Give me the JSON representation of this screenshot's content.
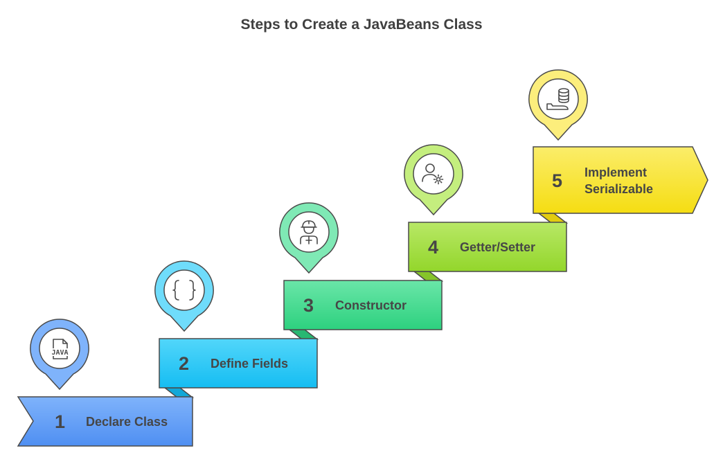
{
  "title": "Steps to Create a JavaBeans Class",
  "steps": [
    {
      "number": "1",
      "label": "Declare Class",
      "icon": "java-file-icon",
      "color": "#5b9cf5",
      "color_light": "#7fb3fb"
    },
    {
      "number": "2",
      "label": "Define Fields",
      "icon": "curly-braces-icon",
      "color": "#24c6f5",
      "color_light": "#6fdcfb"
    },
    {
      "number": "3",
      "label": "Constructor",
      "icon": "construction-worker-icon",
      "color": "#3fd88e",
      "color_light": "#7fe9b5"
    },
    {
      "number": "4",
      "label": "Getter/Setter",
      "icon": "user-settings-icon",
      "color": "#9fdb3a",
      "color_light": "#c4ee7e"
    },
    {
      "number": "5",
      "label": [
        "Implement",
        "Serializable"
      ],
      "icon": "database-transfer-icon",
      "color": "#f7e21b",
      "color_light": "#fcee7c"
    }
  ]
}
